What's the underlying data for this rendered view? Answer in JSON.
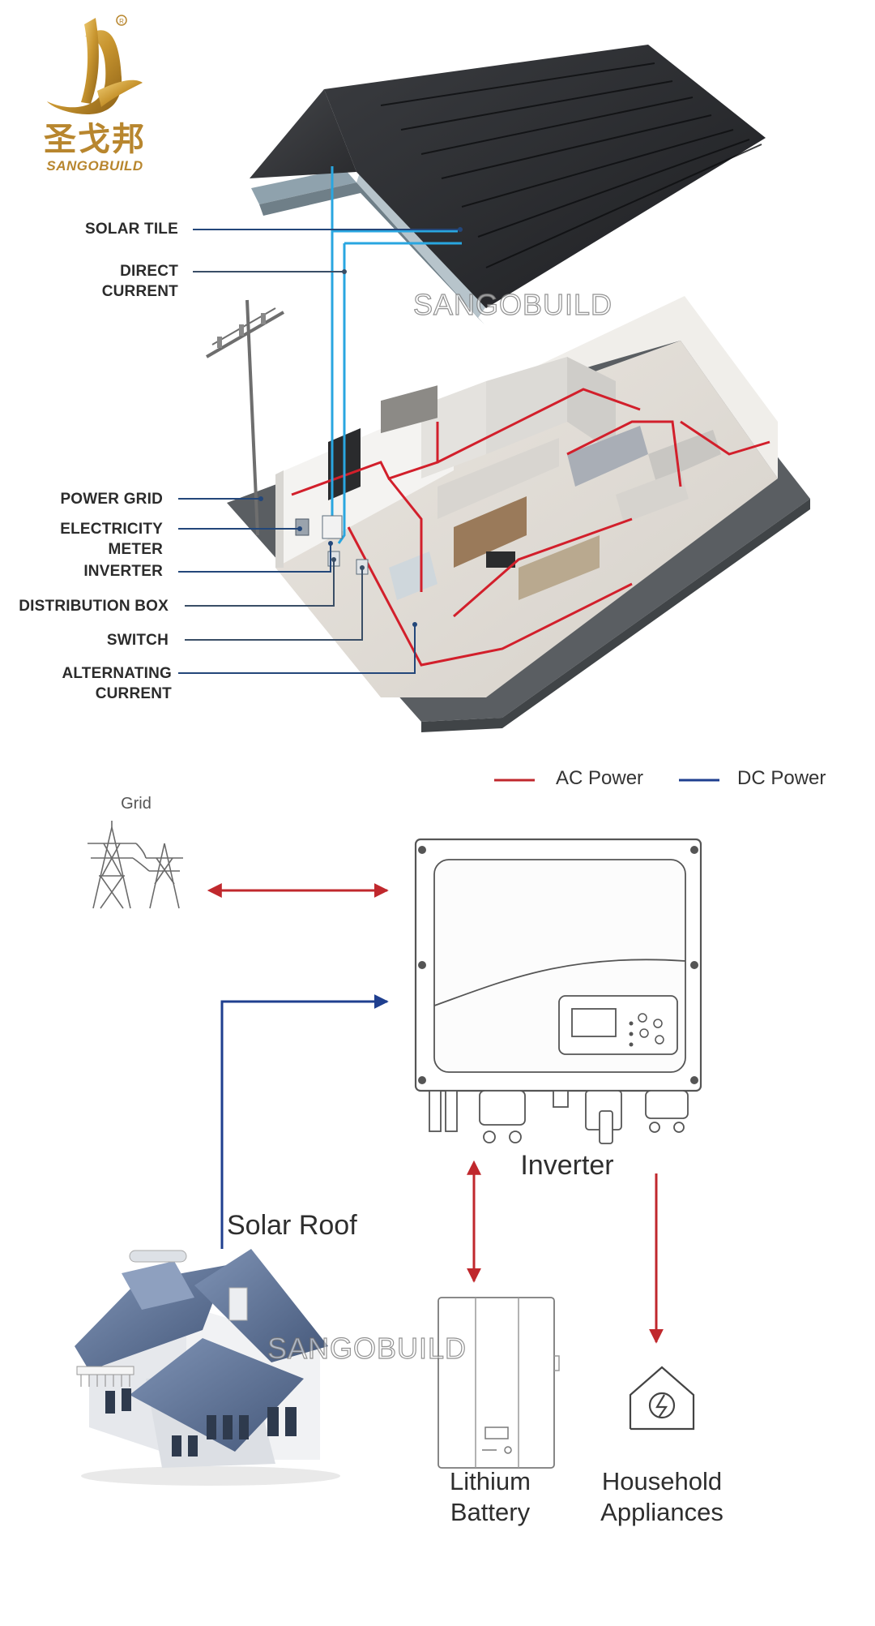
{
  "brand": {
    "name_cn": "圣戈邦",
    "name_en": "SANGOBUILD",
    "watermark": "SANGOBUILD"
  },
  "house_diagram": {
    "callouts": [
      {
        "id": "solar-tile",
        "text": "SOLAR TILE"
      },
      {
        "id": "direct-current",
        "text": "DIRECT\nCURRENT"
      },
      {
        "id": "power-grid",
        "text": "POWER GRID"
      },
      {
        "id": "electricity-meter",
        "text": "ELECTRICITY\nMETER"
      },
      {
        "id": "inverter",
        "text": "INVERTER"
      },
      {
        "id": "distribution-box",
        "text": "DISTRIBUTION BOX"
      },
      {
        "id": "switch",
        "text": "SWITCH"
      },
      {
        "id": "alternating-current",
        "text": "ALTERNATING\nCURRENT"
      }
    ]
  },
  "flow_diagram": {
    "legend": {
      "ac_label": "AC Power",
      "dc_label": "DC Power",
      "ac_color": "#c0282d",
      "dc_color": "#1f3f8f"
    },
    "labels": {
      "grid": "Grid",
      "inverter": "Inverter",
      "solar_roof": "Solar Roof",
      "battery": "Lithium\nBattery",
      "appliances": "Household\nAppliances"
    }
  }
}
